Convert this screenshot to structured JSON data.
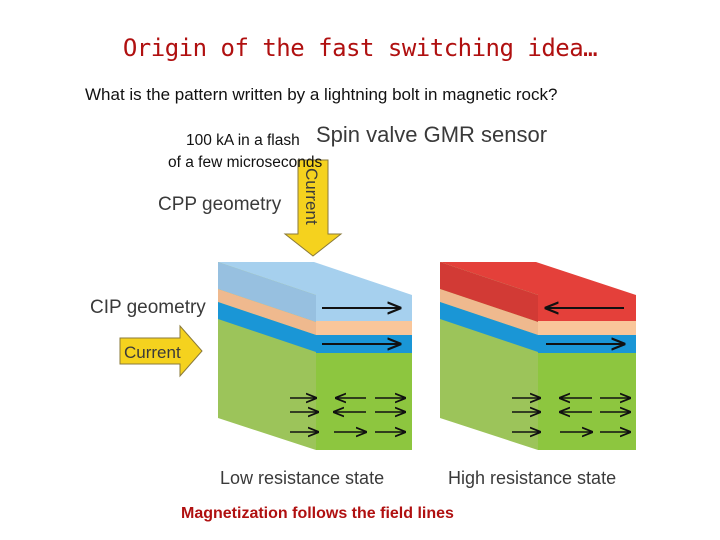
{
  "slide": {
    "title": "Origin of the fast switching idea…",
    "subtitle": "What is the pattern written by a lightning bolt in magnetic rock?",
    "note_line1": "100 kA in a flash",
    "note_line2": "of a few microseconds",
    "bottom_note": "Magnetization follows the field lines"
  },
  "figure": {
    "heading": "Spin valve GMR sensor",
    "cpp_label": "CPP geometry",
    "cip_label": "CIP geometry",
    "current_vertical": "Current",
    "current_horizontal": "Current",
    "low_state_label": "Low resistance state",
    "high_state_label": "High resistance state"
  },
  "colors": {
    "title": "#b01010",
    "free_layer_low": "#a6d0ee",
    "free_layer_high": "#e4403a",
    "spacer": "#f9c69a",
    "pinned_layer": "#1a96d6",
    "antiferromagnet": "#8dc63f",
    "arrow_fill": "#f5d21e"
  }
}
